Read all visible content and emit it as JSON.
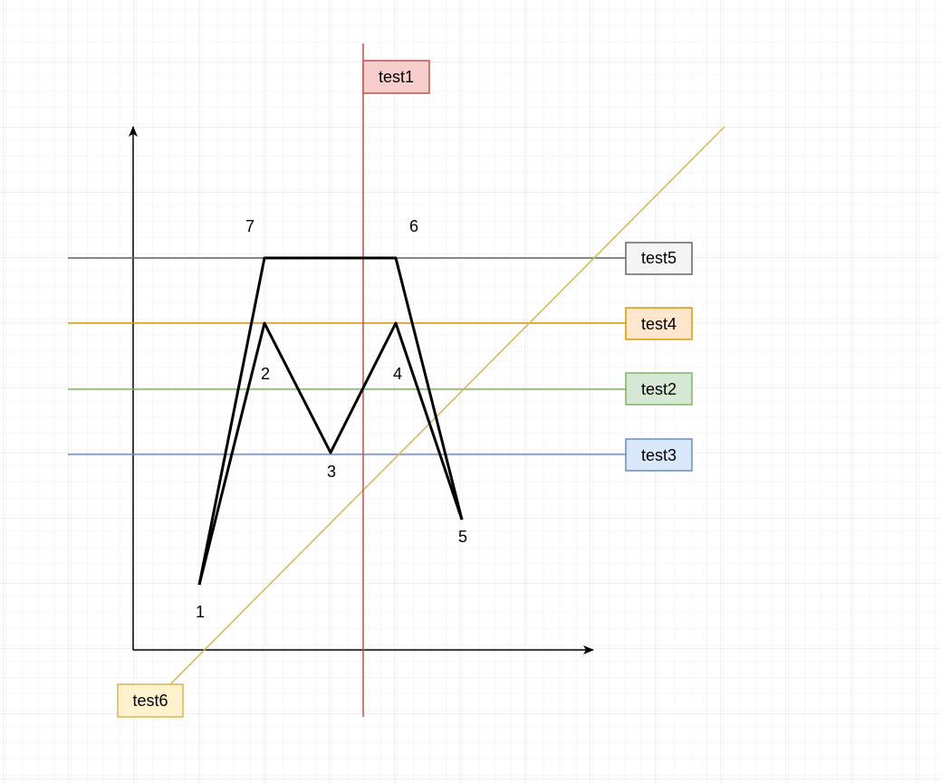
{
  "diagram": {
    "points": [
      {
        "id": "p1",
        "label": "1"
      },
      {
        "id": "p2",
        "label": "2"
      },
      {
        "id": "p3",
        "label": "3"
      },
      {
        "id": "p4",
        "label": "4"
      },
      {
        "id": "p5",
        "label": "5"
      },
      {
        "id": "p6",
        "label": "6"
      },
      {
        "id": "p7",
        "label": "7"
      }
    ],
    "lines": [
      {
        "id": "test1",
        "label": "test1",
        "stroke": "#b85450",
        "fill": "#f8cecc"
      },
      {
        "id": "test5",
        "label": "test5",
        "stroke": "#666666",
        "fill": "#f5f5f5"
      },
      {
        "id": "test4",
        "label": "test4",
        "stroke": "#d79b00",
        "fill": "#ffe6cc"
      },
      {
        "id": "test2",
        "label": "test2",
        "stroke": "#82b366",
        "fill": "#d5e8d4"
      },
      {
        "id": "test3",
        "label": "test3",
        "stroke": "#6c8ebf",
        "fill": "#dae8fc"
      },
      {
        "id": "test6",
        "label": "test6",
        "stroke": "#d6b656",
        "fill": "#fff2cc"
      }
    ],
    "colors": {
      "grid_minor": "#f0f0f0",
      "grid_major": "#e0e0e0",
      "shape": "#000000",
      "axis": "#000000"
    }
  }
}
